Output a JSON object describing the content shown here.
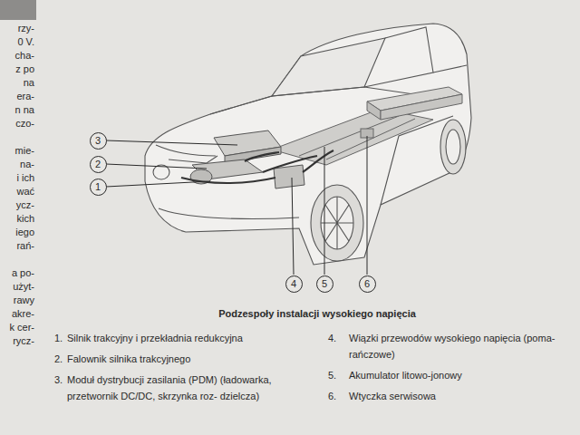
{
  "diagram": {
    "caption": "Podzespoły instalacji wysokiego napięcia",
    "nodes": [
      {
        "text": [
          "3"
        ]
      },
      {
        "text": [
          "2"
        ]
      },
      {
        "text": [
          "1"
        ]
      },
      {
        "text": [
          "4"
        ]
      },
      {
        "text": [
          "5"
        ]
      },
      {
        "text": [
          "6"
        ]
      }
    ],
    "labels": [
      "rzy-",
      "0 V.",
      "cha-",
      "z po",
      "na",
      "era-",
      "n na",
      "czo-",
      "mie-",
      "na-",
      "i ich",
      "wać",
      "ycz-",
      "kich",
      "iego",
      "rań-",
      "a po-",
      "użyt-",
      "rawy",
      "akre-",
      "k cer-",
      "rycz-",
      "1.",
      "Silnik trakcyjny i przekładnia redukcyjna",
      "2.",
      "Falownik silnika trakcyjnego",
      "3.",
      "Moduł dystrybucji zasilania (PDM) (ładowarka, przetwornik DC/DC, skrzynka roz- dzielcza)",
      "4.",
      "Wiązki przewodów wysokiego napięcia (poma- rańczowe)",
      "5.",
      "Akumulator litowo-jonowy",
      "6.",
      "Wtyczka serwisowa"
    ]
  }
}
